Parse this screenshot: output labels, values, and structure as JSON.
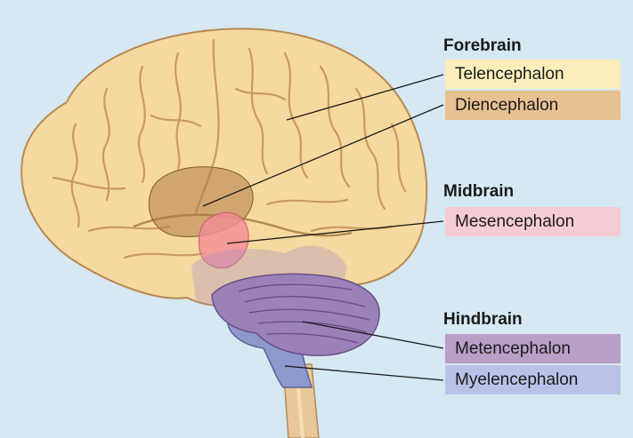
{
  "headings": {
    "forebrain": "Forebrain",
    "midbrain": "Midbrain",
    "hindbrain": "Hindbrain"
  },
  "labels": {
    "telencephalon": "Telencephalon",
    "diencephalon": "Diencephalon",
    "mesencephalon": "Mesencephalon",
    "metencephalon": "Metencephalon",
    "myelencephalon": "Myelencephalon"
  },
  "colors": {
    "background": "#d6e8f2",
    "telencephalon": "#fbeebc",
    "diencephalon": "#e7c191",
    "mesencephalon": "#f5ccd4",
    "metencephalon": "#b89fc7",
    "myelencephalon": "#b9c2e6",
    "cerebrum": "#f6d9a0",
    "cerebellum": "#9a82b8",
    "brainstem": "#8f98cc"
  }
}
